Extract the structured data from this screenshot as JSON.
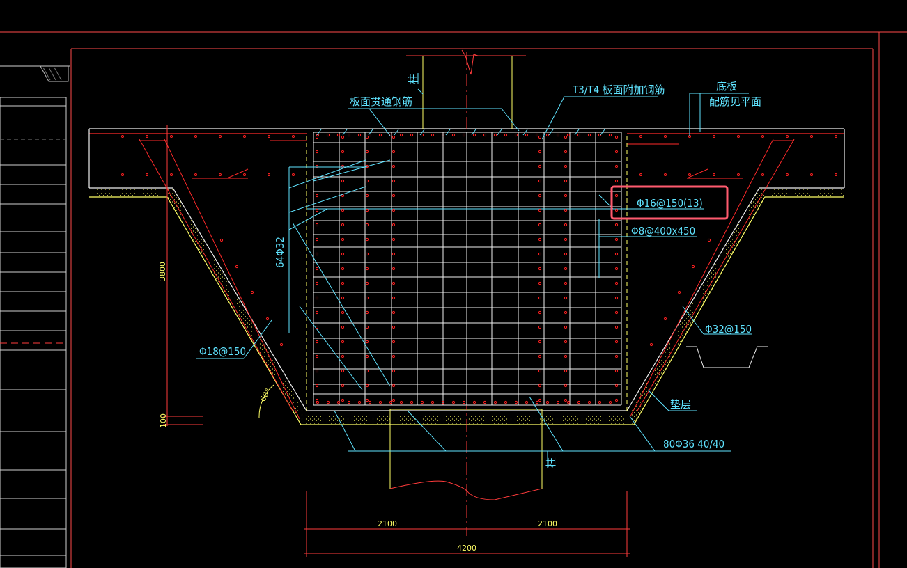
{
  "labels": {
    "column_top": "柱",
    "column_bottom": "柱",
    "top_through_rebar": "板面贯通钢筋",
    "top_additional_rebar": "T3/T4  板面附加钢筋",
    "base_slab": "底板",
    "base_slab_reinf": "配筋见平面",
    "rebar_16": "Φ16@150(13)",
    "stirrup_8": "Φ8@400x450",
    "side_rebar_32": "64Φ32",
    "slope_rebar_32": "Φ32@150",
    "slope_rebar_18": "Φ18@150",
    "cushion": "垫层",
    "bottom_rebar_36": "80Φ36 40/40",
    "angle": "60°"
  },
  "dimensions": {
    "depth": "3800",
    "cushion_thickness": "100",
    "left_half": "2100",
    "right_half": "2100",
    "total_width": "4200"
  },
  "colors": {
    "background": "#000000",
    "frame_red": "#ff3b3b",
    "rebar_red": "#ff2020",
    "concrete_yellow": "#ffff66",
    "cyan_label": "#5fe3ff",
    "grid_white": "#f0f0f0",
    "highlight_box": "#ff5a6e"
  }
}
